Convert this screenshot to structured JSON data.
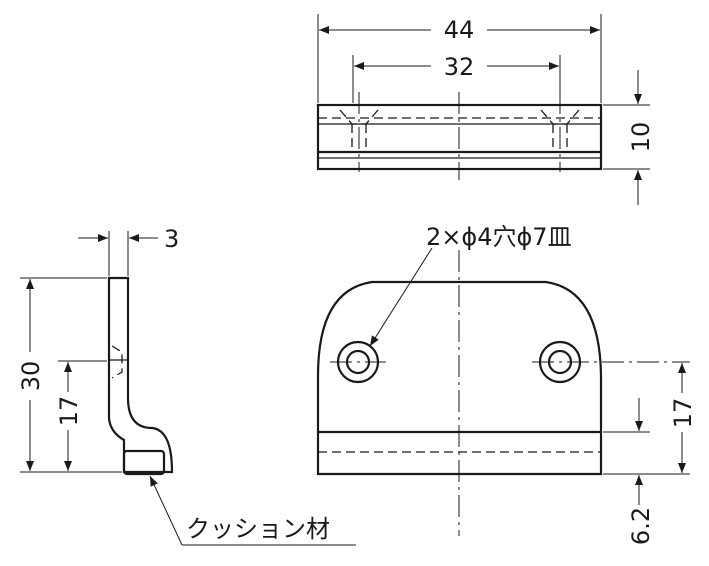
{
  "dimensions": {
    "top_width": "44",
    "hole_pitch": "32",
    "top_depth": "10",
    "side_thickness": "3",
    "side_height": "30",
    "side_hole_height": "17",
    "front_hole_height": "17",
    "front_bottom": "6.2"
  },
  "notes": {
    "hole_spec": "2×ϕ4穴ϕ7皿",
    "cushion_material": "クッション材"
  }
}
